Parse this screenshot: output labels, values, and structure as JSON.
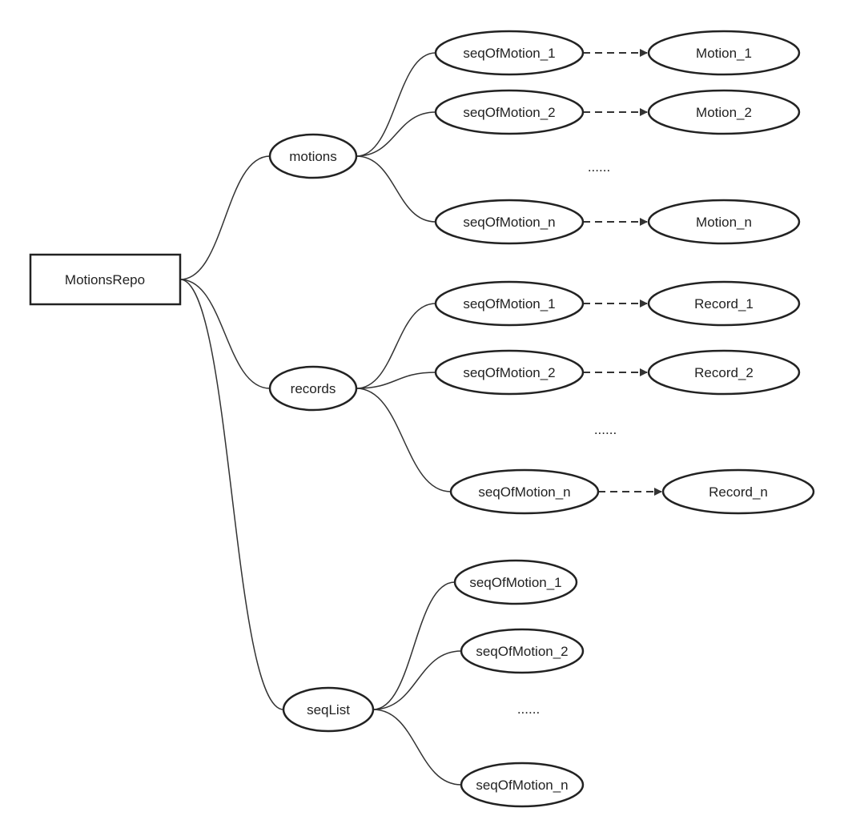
{
  "root": "MotionsRepo",
  "branches": [
    {
      "label": "motions",
      "children": [
        {
          "label": "seqOfMotion_1",
          "target": "Motion_1"
        },
        {
          "label": "seqOfMotion_2",
          "target": "Motion_2"
        },
        {
          "label": "seqOfMotion_n",
          "target": "Motion_n"
        }
      ],
      "ellipsis": "......"
    },
    {
      "label": "records",
      "children": [
        {
          "label": "seqOfMotion_1",
          "target": "Record_1"
        },
        {
          "label": "seqOfMotion_2",
          "target": "Record_2"
        },
        {
          "label": "seqOfMotion_n",
          "target": "Record_n"
        }
      ],
      "ellipsis": "......"
    },
    {
      "label": "seqList",
      "children": [
        {
          "label": "seqOfMotion_1"
        },
        {
          "label": "seqOfMotion_2"
        },
        {
          "label": "seqOfMotion_n"
        }
      ],
      "ellipsis": "......"
    }
  ],
  "colors": {
    "stroke": "#222222",
    "background": "#ffffff"
  }
}
